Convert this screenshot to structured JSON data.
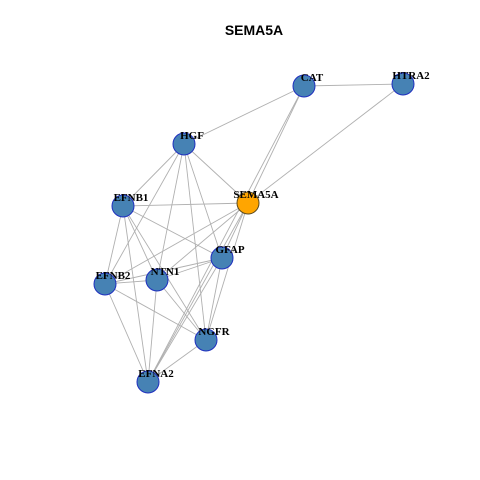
{
  "title": "SEMA5A",
  "colors": {
    "node_fill": "#4682B4",
    "node_stroke": "#1f2fbf",
    "focus_fill": "#FFA500",
    "focus_stroke": "#5a4a20",
    "edge": "#b0b0b0"
  },
  "network": {
    "focus": "SEMA5A",
    "nodes": [
      "SEMA5A",
      "CAT",
      "HTRA2",
      "HGF",
      "EFNB1",
      "GFAP",
      "NTN1",
      "EFNB2",
      "NGFR",
      "EFNA2"
    ],
    "edges": [
      [
        "CAT",
        "HTRA2"
      ],
      [
        "CAT",
        "HGF"
      ],
      [
        "CAT",
        "SEMA5A"
      ],
      [
        "CAT",
        "EFNA2"
      ],
      [
        "HTRA2",
        "SEMA5A"
      ],
      [
        "HGF",
        "EFNB1"
      ],
      [
        "HGF",
        "SEMA5A"
      ],
      [
        "HGF",
        "GFAP"
      ],
      [
        "HGF",
        "NTN1"
      ],
      [
        "HGF",
        "EFNB2"
      ],
      [
        "HGF",
        "NGFR"
      ],
      [
        "EFNB1",
        "SEMA5A"
      ],
      [
        "EFNB1",
        "GFAP"
      ],
      [
        "EFNB1",
        "NTN1"
      ],
      [
        "EFNB1",
        "EFNB2"
      ],
      [
        "EFNB1",
        "NGFR"
      ],
      [
        "EFNB1",
        "EFNA2"
      ],
      [
        "SEMA5A",
        "GFAP"
      ],
      [
        "SEMA5A",
        "NTN1"
      ],
      [
        "SEMA5A",
        "EFNB2"
      ],
      [
        "SEMA5A",
        "NGFR"
      ],
      [
        "SEMA5A",
        "EFNA2"
      ],
      [
        "GFAP",
        "NTN1"
      ],
      [
        "GFAP",
        "EFNB2"
      ],
      [
        "GFAP",
        "NGFR"
      ],
      [
        "GFAP",
        "EFNA2"
      ],
      [
        "NTN1",
        "EFNB2"
      ],
      [
        "NTN1",
        "NGFR"
      ],
      [
        "NTN1",
        "EFNA2"
      ],
      [
        "EFNB2",
        "NGFR"
      ],
      [
        "EFNB2",
        "EFNA2"
      ],
      [
        "NGFR",
        "EFNA2"
      ]
    ]
  }
}
